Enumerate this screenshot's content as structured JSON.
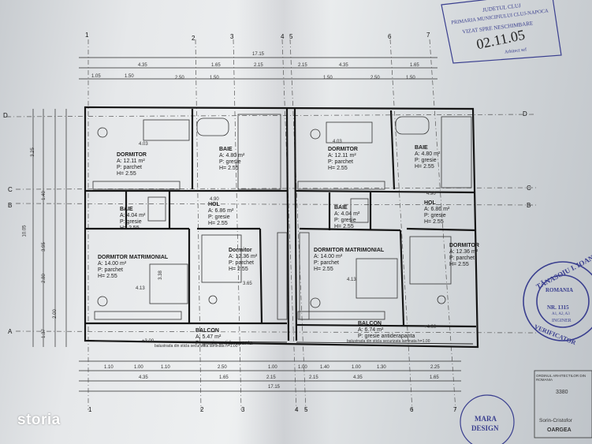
{
  "brand": {
    "logo": "storia"
  },
  "grid_top": [
    "1",
    "2",
    "3",
    "4",
    "5",
    "6",
    "7"
  ],
  "grid_side": [
    "D",
    "C",
    "B",
    "A"
  ],
  "dims_top_total": "17.15",
  "dims_top_row": [
    "4.35",
    "1.65",
    "2.15",
    "2.15",
    "4.35",
    "1.65"
  ],
  "dims_top_row2": [
    "1.05",
    "1.50",
    "2.50",
    "1.50",
    "1.50",
    "2.50",
    "1.50"
  ],
  "dims_bottom_row": [
    "1.10",
    "1.00",
    "1.10",
    "2.50",
    "1.00",
    "1.00",
    "1.40",
    "1.00",
    "1.30",
    "2.25"
  ],
  "dims_bottom_row2": [
    "4.35",
    "1.65",
    "2.15",
    "2.15",
    "4.35",
    "1.65"
  ],
  "dims_bottom_total": "17.15",
  "dims_left": [
    "3.25",
    "1.40",
    "3.95",
    "2.80",
    "2.00",
    "1.37",
    "10.05"
  ],
  "rooms": {
    "dormitor_1": {
      "name": "DORMITOR",
      "area": "A: 12.11 m²",
      "floor": "P: parchet",
      "height": "H= 2.55"
    },
    "baie_1": {
      "name": "BAIE",
      "area": "A: 4.80 m²",
      "floor": "P: gresie",
      "height": "H= 2.55"
    },
    "dormitor_2": {
      "name": "DORMITOR",
      "area": "A: 12.11 m²",
      "floor": "P: parchet",
      "height": "H= 2.55"
    },
    "baie_2": {
      "name": "BAIE",
      "area": "A: 4.80 m²",
      "floor": "P: gresie",
      "height": "H= 2.55"
    },
    "baie_3": {
      "name": "BAIE",
      "area": "A: 4.04 m²",
      "floor": "P: gresie",
      "height": "H= 2.55"
    },
    "hol_1": {
      "name": "HOL",
      "area": "A: 6.86 m²",
      "floor": "P: gresie",
      "height": "H= 2.55"
    },
    "baie_4": {
      "name": "BAIE",
      "area": "A: 4.04 m²",
      "floor": "P: gresie",
      "height": "H= 2.55"
    },
    "hol_2": {
      "name": "HOL",
      "area": "A: 6.86 m²",
      "floor": "P: gresie",
      "height": "H= 2.55"
    },
    "matrimonial_1": {
      "name": "DORMITOR MATRIMONIAL",
      "area": "A: 14.00 m²",
      "floor": "P: parchet",
      "height": "H= 2.55"
    },
    "dormitor_3": {
      "name": "Dormitor",
      "area": "A: 12.36 m²",
      "floor": "P: parchet",
      "height": "H= 2.55"
    },
    "matrimonial_2": {
      "name": "DORMITOR MATRIMONIAL",
      "area": "A: 14.00 m²",
      "floor": "P: parchet",
      "height": "H= 2.55"
    },
    "dormitor_4": {
      "name": "DORMITOR",
      "area": "A: 12.36 m²",
      "floor": "P: parchet",
      "height": "H= 2.55"
    },
    "balcon_1": {
      "name": "BALCON",
      "area": "A: 5.47 m²",
      "floor": "P: gresie antiderapanta"
    },
    "balcon_2": {
      "name": "BALCON",
      "area": "A: 6.74 m²",
      "floor": "P: gresie antiderapanta"
    }
  },
  "balcony_note": "balustrada din sticla securizata laminata h=1.00",
  "levels": [
    "+3.00",
    "+4.00"
  ],
  "inner_dims": [
    "4.03",
    "4.90",
    "4.13",
    "3.65",
    "3.38",
    "4.90",
    "4.13",
    "4.03"
  ],
  "stamp_top": {
    "line1": "JUDETUL CLUJ",
    "line2": "PRIMARIA MUNICIPIULUI CLUJ-NAPOCA",
    "line3": "VIZAT SPRE NESCHIMBARE",
    "date": "02.11.05",
    "sign": "Arhitect sef"
  },
  "stamp_round": {
    "name": "TĂNASOIU I. IOAN",
    "country": "ROMANIA",
    "word": "VERIFICATOR",
    "nr": "NR. 1315",
    "extra": "INGINER",
    "codes": "A1, A2, A3"
  },
  "stamp_bottom_right": {
    "org": "ORDINUL ARHITECTILOR DIN ROMANIA",
    "num": "3380",
    "name": "Sorin-Cristofor",
    "surname": "OARGEA"
  },
  "stamp_company": {
    "line1": "MARA",
    "line2": "DESIGN"
  }
}
